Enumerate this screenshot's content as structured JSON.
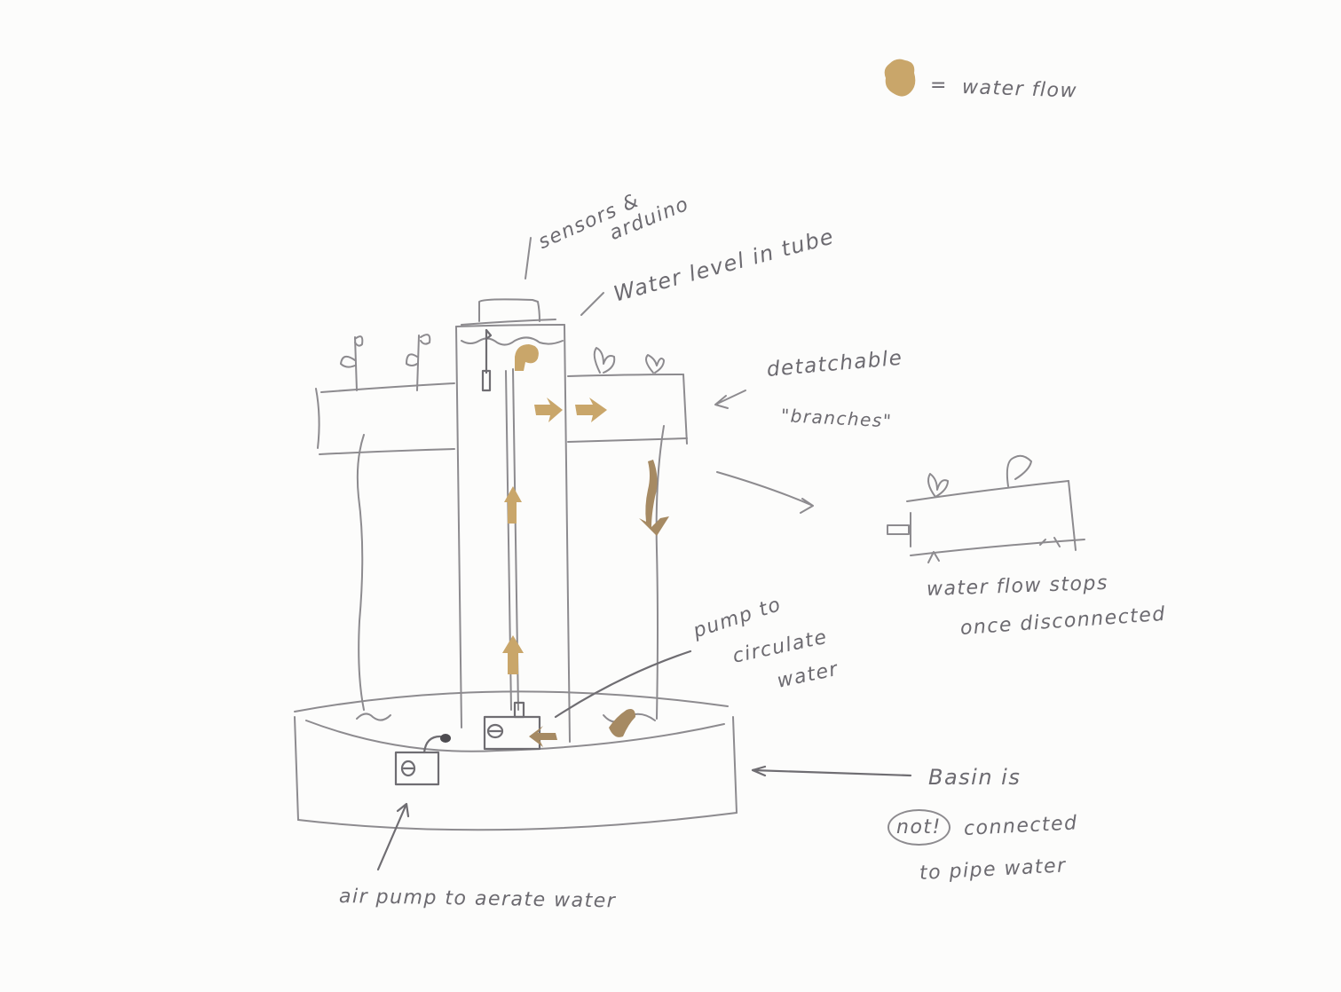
{
  "legend": {
    "symbol": "water-flow-blob",
    "equals": "=",
    "label": "water flow",
    "color": "#c9a66a"
  },
  "labels": {
    "sensors_line1": "sensors &",
    "sensors_line2": "arduino",
    "water_level": "Water level in tube",
    "detachable_line1": "detatchable",
    "detachable_line2": "\"branches\"",
    "detached_line1": "water flow stops",
    "detached_line2": "once disconnected",
    "pump_line1": "pump to",
    "pump_line2": "circulate",
    "pump_line3": "water",
    "basin_line1": "Basin is",
    "basin_not": "not!",
    "basin_line2": "connected",
    "basin_line3": "to pipe water",
    "air_pump": "air pump to aerate water"
  },
  "colors": {
    "pencil": "#8d8b8f",
    "water_flow": "#c9a66a",
    "water_flow_dark": "#a68a63",
    "paper": "#fcfcfb"
  }
}
